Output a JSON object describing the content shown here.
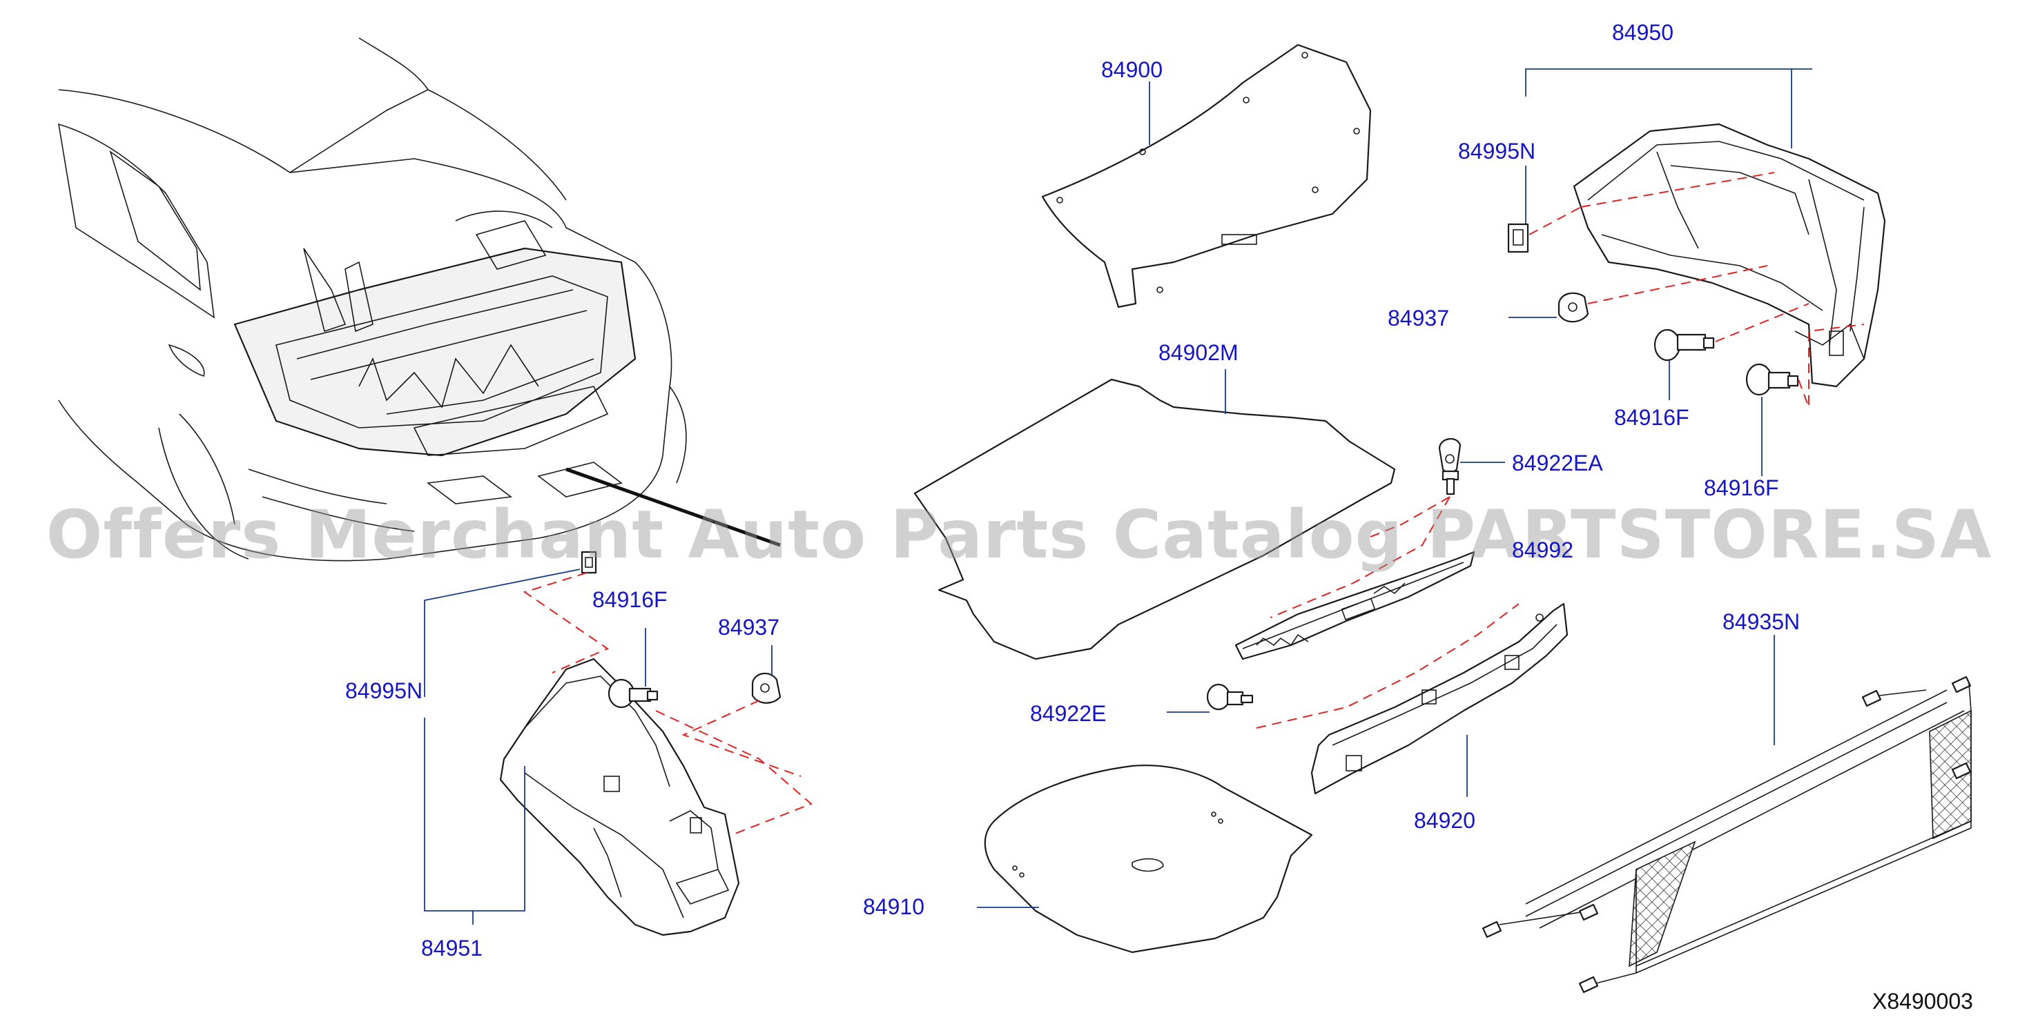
{
  "diagram_code": "X8490003",
  "watermark": "Offers Merchant Auto Parts Catalog PARTSTORE.SA",
  "labels": {
    "p84900": "84900",
    "p84950": "84950",
    "p84995n_top": "84995N",
    "p84937_top": "84937",
    "p84902m": "84902M",
    "p84916f_mid": "84916F",
    "p84916f_right": "84916F",
    "p84922ea": "84922EA",
    "p84992": "84992",
    "p84916f_left": "84916F",
    "p84937_left": "84937",
    "p84995n_left": "84995N",
    "p84922e": "84922E",
    "p84935n": "84935N",
    "p84920": "84920",
    "p84910": "84910",
    "p84951": "84951"
  },
  "colors": {
    "label_blue": "#1515c8",
    "leader_blue": "#1a3a8a",
    "dash_red": "#e32222",
    "line_black": "#1a1a1a"
  }
}
